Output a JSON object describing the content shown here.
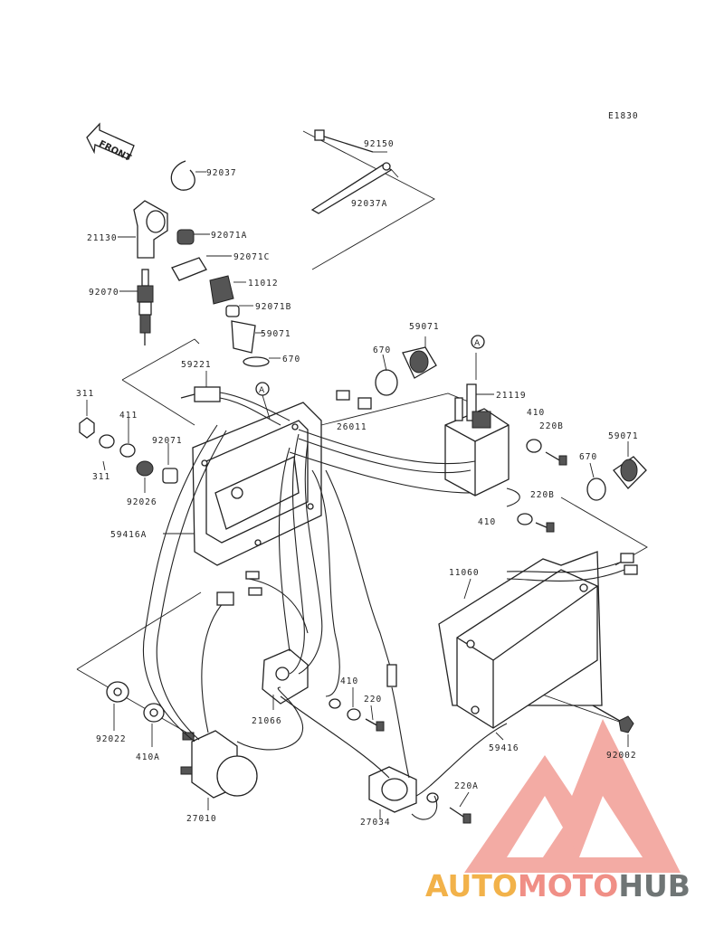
{
  "diagram": {
    "code": "E1830",
    "front_label": "FRONT",
    "callout": "A",
    "parts": [
      {
        "id": "92150"
      },
      {
        "id": "92037"
      },
      {
        "id": "92037A"
      },
      {
        "id": "21130"
      },
      {
        "id": "92071A"
      },
      {
        "id": "92071C"
      },
      {
        "id": "11012"
      },
      {
        "id": "92070"
      },
      {
        "id": "92071B"
      },
      {
        "id": "59071"
      },
      {
        "id": "670"
      },
      {
        "id": "59071"
      },
      {
        "id": "670"
      },
      {
        "id": "59221"
      },
      {
        "id": "21119"
      },
      {
        "id": "311"
      },
      {
        "id": "411"
      },
      {
        "id": "92071"
      },
      {
        "id": "26011"
      },
      {
        "id": "410"
      },
      {
        "id": "220B"
      },
      {
        "id": "59071"
      },
      {
        "id": "311"
      },
      {
        "id": "92026"
      },
      {
        "id": "670"
      },
      {
        "id": "220B"
      },
      {
        "id": "410"
      },
      {
        "id": "59416A"
      },
      {
        "id": "11060"
      },
      {
        "id": "410"
      },
      {
        "id": "220"
      },
      {
        "id": "92022"
      },
      {
        "id": "21066"
      },
      {
        "id": "410A"
      },
      {
        "id": "59416"
      },
      {
        "id": "92002"
      },
      {
        "id": "220A"
      },
      {
        "id": "27010"
      },
      {
        "id": "27034"
      }
    ]
  },
  "watermark": {
    "part1": "AUTO",
    "part2": "MOTO",
    "part3": "HUB",
    "colors": {
      "orange": "#f2b24a",
      "salmon": "#f08f86",
      "gray": "#6f7575"
    }
  }
}
